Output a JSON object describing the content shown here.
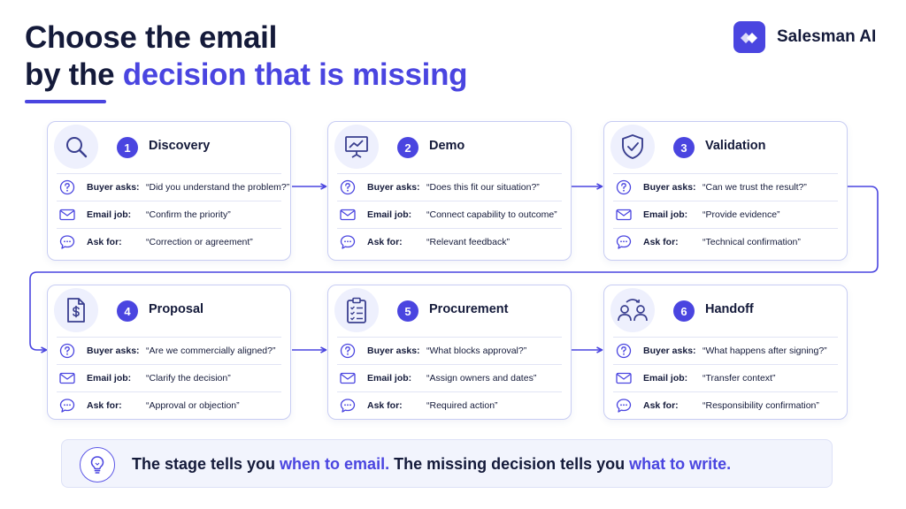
{
  "title": {
    "line1": "Choose the email",
    "line2_prefix": "by the ",
    "line2_highlight": "decision that is missing"
  },
  "brand": {
    "name": "Salesman AI",
    "logo_icon": "salesman-ai-logo"
  },
  "colors": {
    "accent": "#4a45e0",
    "text": "#141a3a",
    "card_border": "#c7ccf3",
    "footer_bg": "#f2f4fd"
  },
  "row_labels": {
    "buyer": "Buyer asks:",
    "email": "Email job:",
    "ask": "Ask for:"
  },
  "row_icons": {
    "buyer": "question-circle-icon",
    "email": "envelope-icon",
    "ask": "chat-bubble-icon"
  },
  "stages": [
    {
      "number": "1",
      "name": "Discovery",
      "icon": "magnifier-icon",
      "buyer_asks": "“Did you understand the problem?”",
      "email_job": "“Confirm the priority”",
      "ask_for": "“Correction or agreement”"
    },
    {
      "number": "2",
      "name": "Demo",
      "icon": "presentation-chart-icon",
      "buyer_asks": "“Does this fit our situation?”",
      "email_job": "“Connect capability to outcome”",
      "ask_for": "“Relevant feedback”"
    },
    {
      "number": "3",
      "name": "Validation",
      "icon": "shield-check-icon",
      "buyer_asks": "“Can we trust the result?”",
      "email_job": "“Provide evidence”",
      "ask_for": "“Technical confirmation”"
    },
    {
      "number": "4",
      "name": "Proposal",
      "icon": "document-dollar-icon",
      "buyer_asks": "“Are we commercially aligned?”",
      "email_job": "“Clarify the decision”",
      "ask_for": "“Approval or objection”"
    },
    {
      "number": "5",
      "name": "Procurement",
      "icon": "clipboard-checklist-icon",
      "buyer_asks": "“What blocks approval?”",
      "email_job": "“Assign owners and dates”",
      "ask_for": "“Required action”"
    },
    {
      "number": "6",
      "name": "Handoff",
      "icon": "people-handoff-icon",
      "buyer_asks": "“What happens after signing?”",
      "email_job": "“Transfer context”",
      "ask_for": "“Responsibility confirmation”"
    }
  ],
  "footer": {
    "icon": "lightbulb-icon",
    "part1": "The stage tells you ",
    "highlight1": "when to email.",
    "part2": " The missing decision tells you ",
    "highlight2": "what to write."
  }
}
